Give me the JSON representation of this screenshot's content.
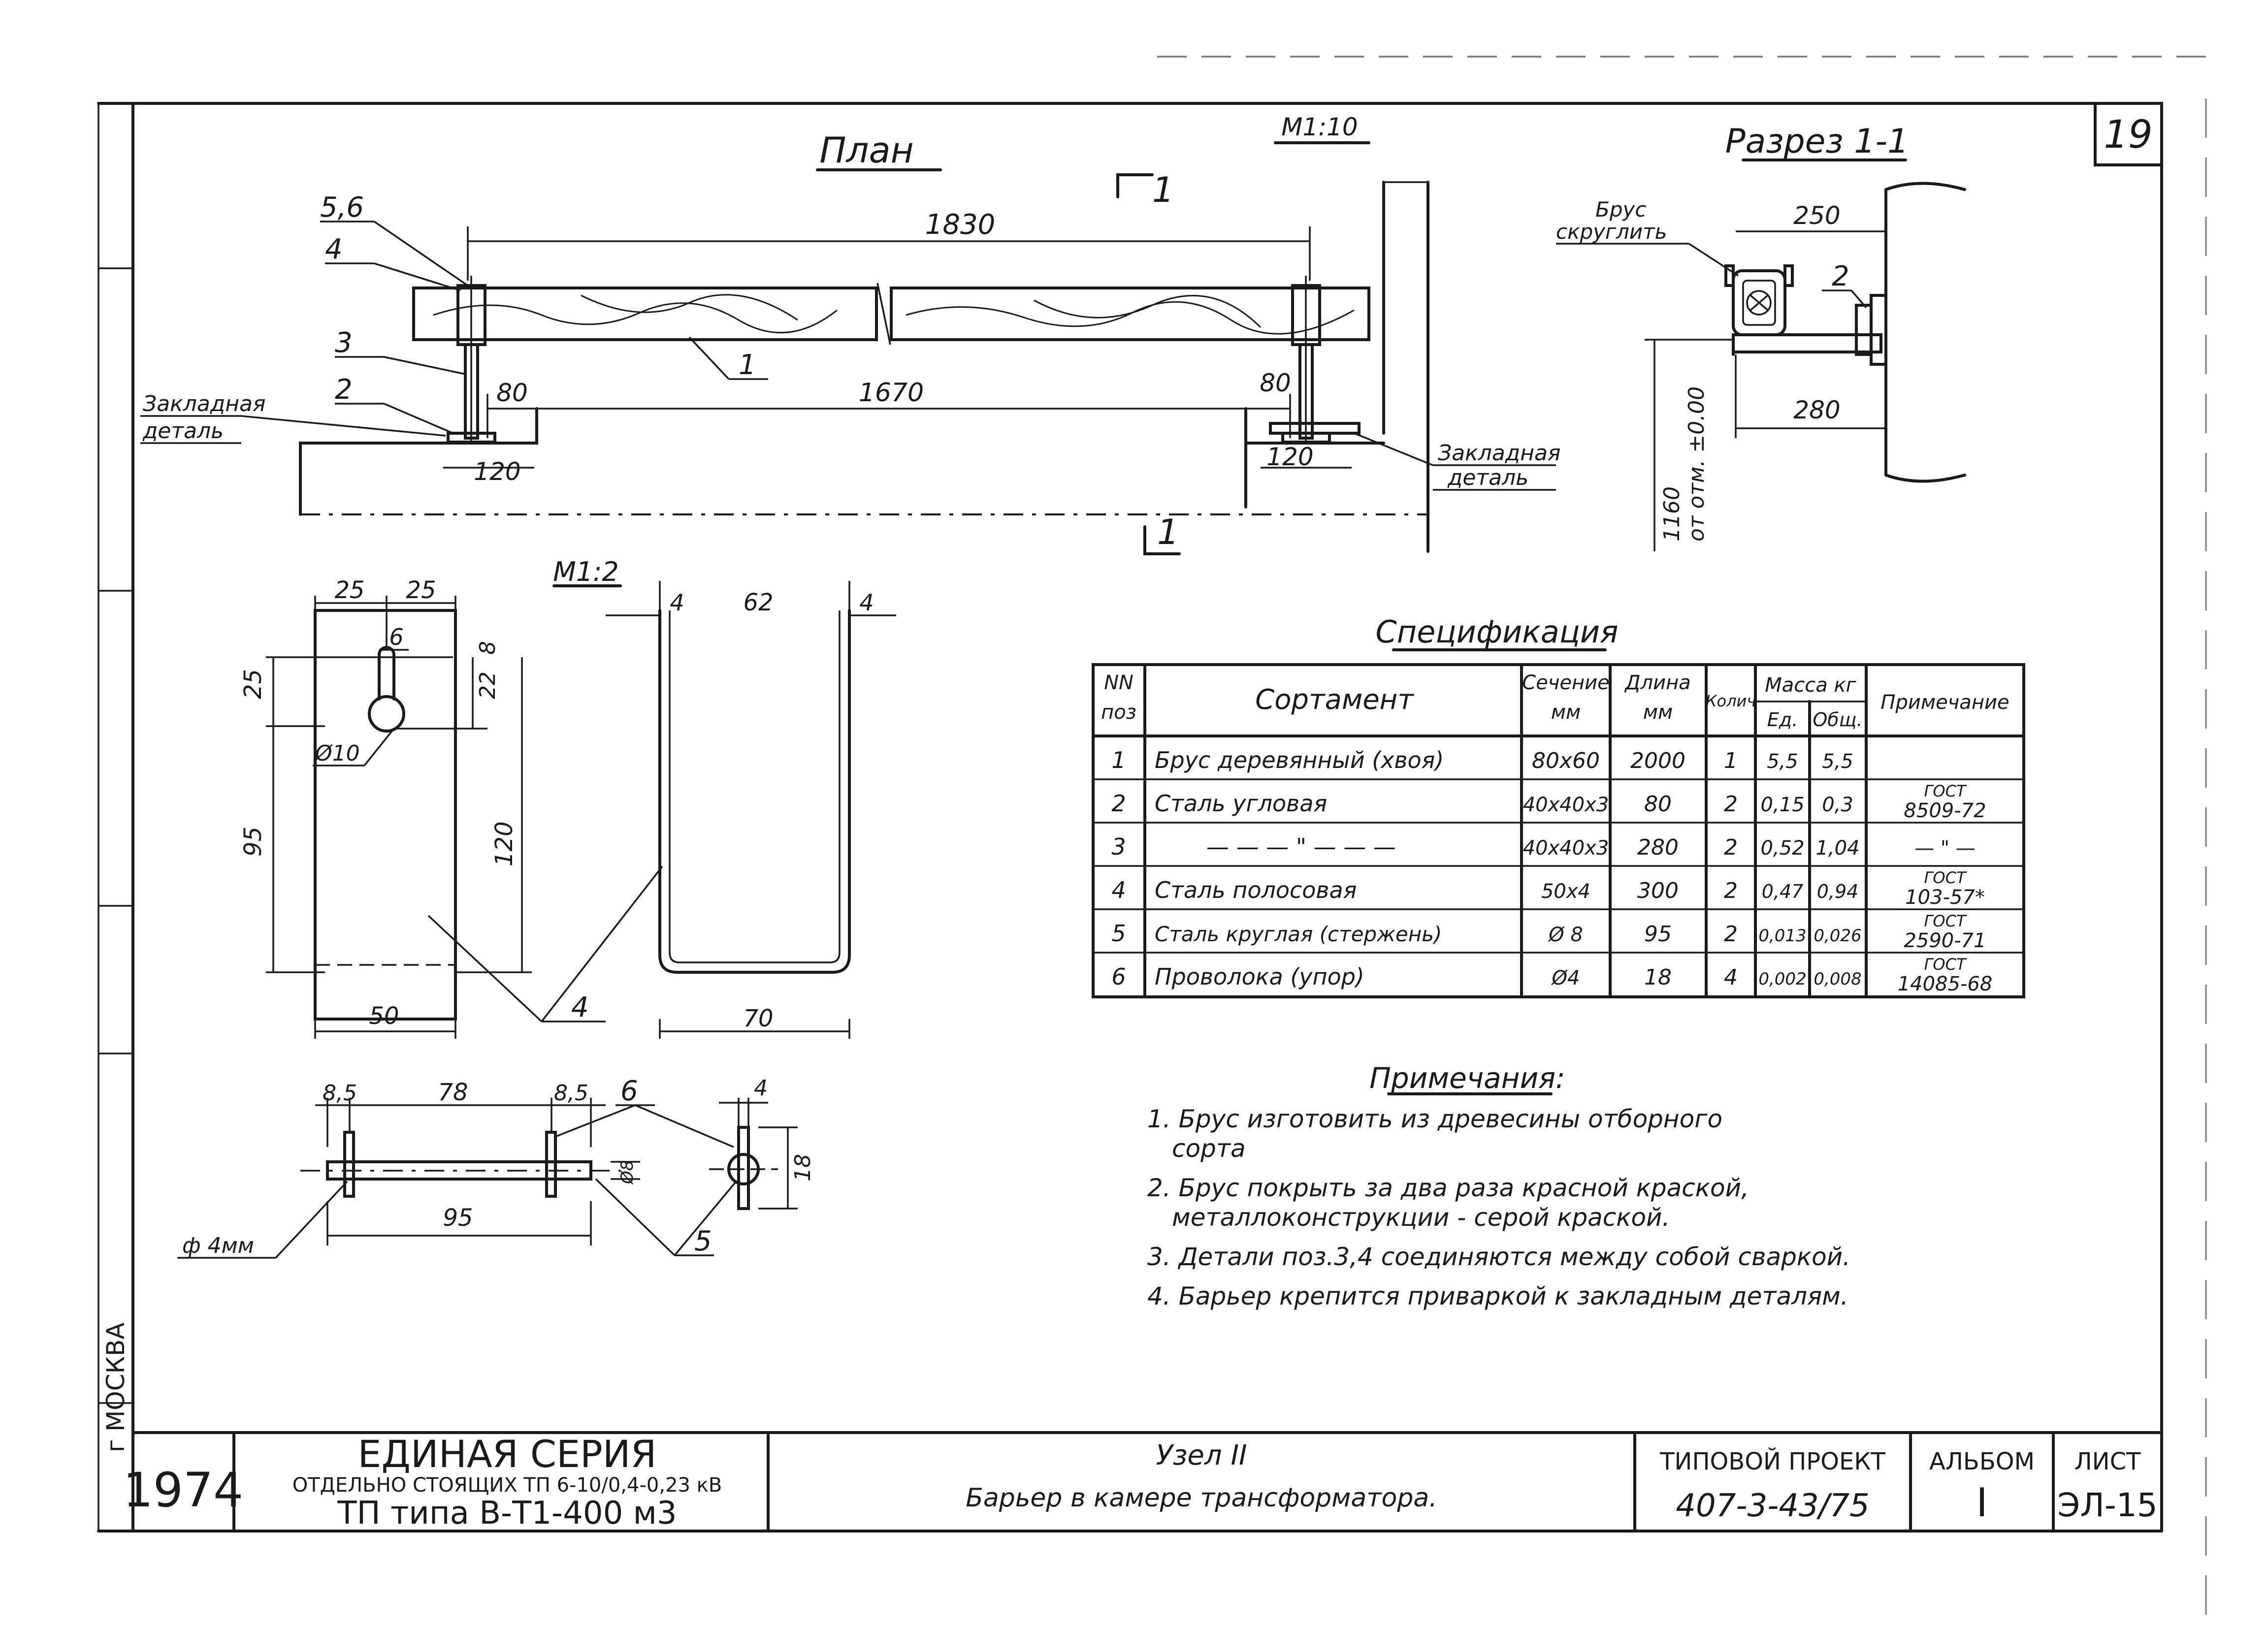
{
  "sheet": {
    "page_number": "19",
    "city": "г МОСКВА"
  },
  "plan": {
    "title": "План",
    "scale": "М1:10",
    "section_mark": "1",
    "dim_total": "1830",
    "dim_inner": "1670",
    "dim_80_left": "80",
    "dim_80_right": "80",
    "dim_120_left": "120",
    "dim_120_right": "120",
    "callouts": [
      "5,6",
      "4",
      "3",
      "2",
      "1"
    ],
    "embedded_left_1": "Закладная",
    "embedded_left_2": "деталь",
    "embedded_right_1": "Закладная",
    "embedded_right_2": "деталь"
  },
  "section": {
    "title": "Разрез 1-1",
    "label_1": "Брус",
    "label_2": "скруглить",
    "dim_250": "250",
    "dim_280": "280",
    "callout_2": "2",
    "height_1": "1160",
    "height_2": "от отм. ±0.00"
  },
  "detail": {
    "scale": "М1:2",
    "dims": [
      "25",
      "25",
      "6",
      "25",
      "22",
      "8",
      "120",
      "95",
      "50",
      "4",
      "62",
      "4",
      "70"
    ],
    "hole": "Ø10",
    "callout": "4"
  },
  "rod": {
    "dims": [
      "8,5",
      "78",
      "8,5",
      "95",
      "4",
      "18",
      "Ø8"
    ],
    "callouts": [
      "6",
      "5"
    ],
    "wire": "ф 4мм"
  },
  "spec": {
    "title": "Спецификация",
    "headers": {
      "pos_1": "NN",
      "pos_2": "поз",
      "name": "Сортамент",
      "sec_1": "Сечение",
      "sec_2": "мм",
      "len_1": "Длина",
      "len_2": "мм",
      "qty": "Колич",
      "mass": "Масса кг",
      "mass_unit": "Ед.",
      "mass_total": "Общ.",
      "note": "Примечание"
    },
    "rows": [
      {
        "pos": "1",
        "name": "Брус деревянный (хвоя)",
        "sec": "80x60",
        "len": "2000",
        "qty": "1",
        "unit": "5,5",
        "total": "5,5",
        "note1": "",
        "note2": ""
      },
      {
        "pos": "2",
        "name": "Сталь угловая",
        "sec": "40x40x3",
        "len": "80",
        "qty": "2",
        "unit": "0,15",
        "total": "0,3",
        "note1": "ГОСТ",
        "note2": "8509-72"
      },
      {
        "pos": "3",
        "name": "— — — \" — — —",
        "sec": "40x40x3",
        "len": "280",
        "qty": "2",
        "unit": "0,52",
        "total": "1,04",
        "note1": "",
        "note2": "— \" —"
      },
      {
        "pos": "4",
        "name": "Сталь полосовая",
        "sec": "50x4",
        "len": "300",
        "qty": "2",
        "unit": "0,47",
        "total": "0,94",
        "note1": "ГОСТ",
        "note2": "103-57*"
      },
      {
        "pos": "5",
        "name": "Сталь круглая (стержень)",
        "sec": "Ø 8",
        "len": "95",
        "qty": "2",
        "unit": "0,013",
        "total": "0,026",
        "note1": "ГОСТ",
        "note2": "2590-71"
      },
      {
        "pos": "6",
        "name": "Проволока (упор)",
        "sec": "Ø4",
        "len": "18",
        "qty": "4",
        "unit": "0,002",
        "total": "0,008",
        "note1": "ГОСТ",
        "note2": "14085-68"
      }
    ]
  },
  "notes": {
    "title": "Примечания:",
    "items": [
      "1. Брус изготовить из древесины отборного",
      "сорта",
      "2. Брус покрыть за два раза красной краской,",
      "металлоконструкции - серой краской.",
      "3. Детали поз.3,4 соединяются между собой сваркой.",
      "4. Барьер крепится приваркой к закладным деталям."
    ]
  },
  "titleblock": {
    "year": "1974",
    "series_1": "ЕДИНАЯ СЕРИЯ",
    "series_2": "ОТДЕЛЬНО СТОЯЩИХ ТП 6-10/0,4-0,23 кВ",
    "series_3": "ТП типа В-Т1-400 м3",
    "node": "Узел II",
    "desc": "Барьер в камере трансформатора.",
    "project_label": "ТИПОВОЙ ПРОЕКТ",
    "project_value": "407-3-43/75",
    "album_label": "АЛЬБОМ",
    "album_value": "I",
    "sheet_label": "ЛИСТ",
    "sheet_value": "ЭЛ-15"
  }
}
